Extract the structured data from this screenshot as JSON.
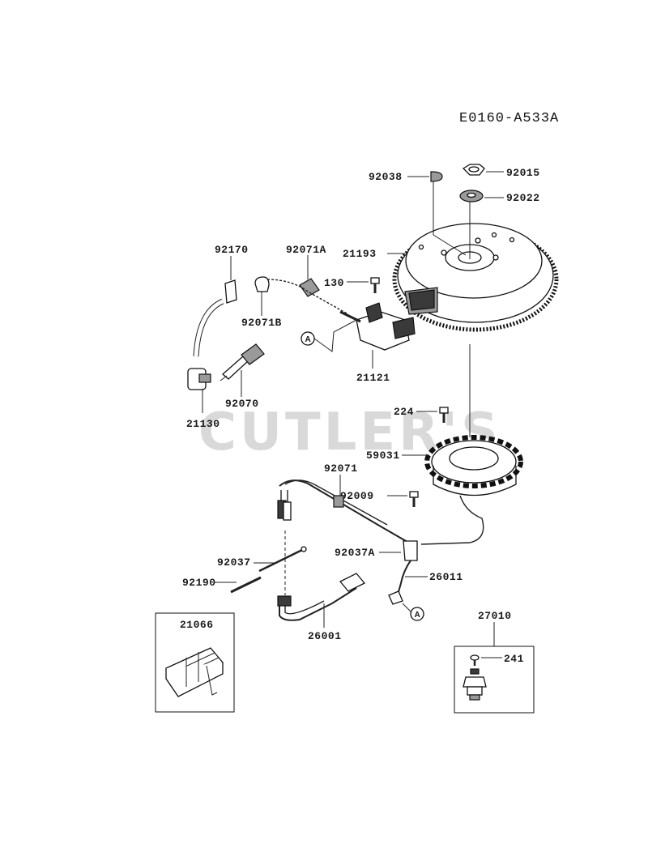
{
  "diagram_code": "E0160-A533A",
  "watermark": "CUTLER'S",
  "reference_marker": "A",
  "parts": {
    "p92038": "92038",
    "p92015": "92015",
    "p92022": "92022",
    "p21193": "21193",
    "p92170": "92170",
    "p92071A": "92071A",
    "p130": "130",
    "p92071B": "92071B",
    "p21121": "21121",
    "p92070": "92070",
    "p21130": "21130",
    "p224": "224",
    "p59031": "59031",
    "p92071": "92071",
    "p92009": "92009",
    "p92037": "92037",
    "p92037A": "92037A",
    "p92190": "92190",
    "p26011": "26011",
    "p21066": "21066",
    "p26001": "26001",
    "p27010": "27010",
    "p241": "241"
  },
  "icons": [
    "flywheel",
    "ignition-coil",
    "spark-plug",
    "stator",
    "regulator",
    "oil-pressure-switch",
    "nut",
    "washer",
    "key",
    "bolt",
    "wire-harness"
  ]
}
